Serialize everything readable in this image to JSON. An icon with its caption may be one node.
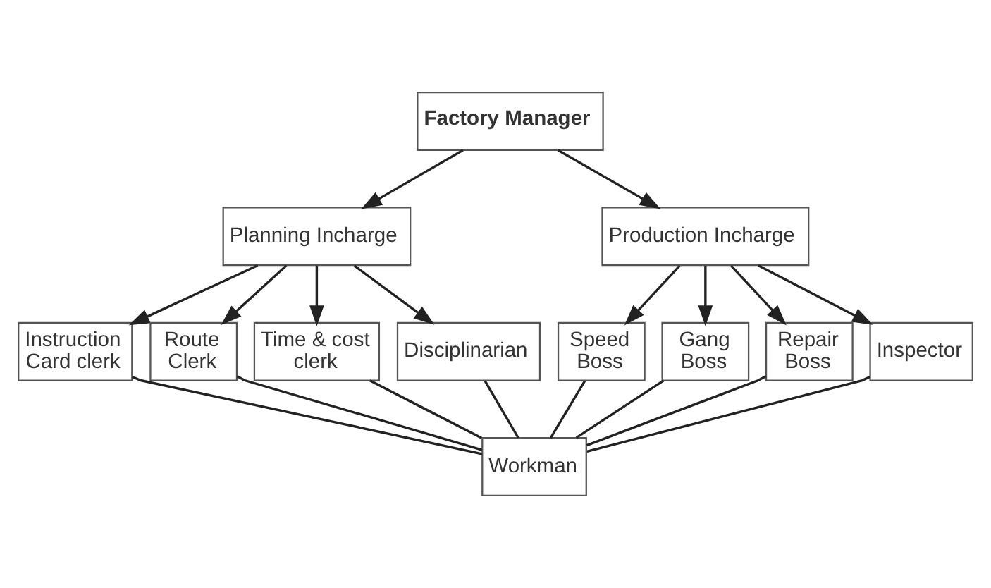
{
  "diagram": {
    "nodes": [
      {
        "text": [
          "Factory Manager"
        ]
      },
      {
        "text": [
          "Planning Incharge"
        ]
      },
      {
        "text": [
          "Production Incharge"
        ]
      },
      {
        "text": [
          "Instruction Card clerk"
        ]
      },
      {
        "text": [
          "Route Clerk"
        ]
      },
      {
        "text": [
          "Time & cost clerk"
        ]
      },
      {
        "text": [
          "Disciplinarian"
        ]
      },
      {
        "text": [
          "Speed Boss"
        ]
      },
      {
        "text": [
          "Gang Boss"
        ]
      },
      {
        "text": [
          "Repair Boss"
        ]
      },
      {
        "text": [
          "Inspector"
        ]
      },
      {
        "text": [
          "Workman"
        ]
      }
    ],
    "edges": [
      {
        "from": 0,
        "to": 1,
        "arrow": "to"
      },
      {
        "from": 0,
        "to": 2,
        "arrow": "to"
      },
      {
        "from": 1,
        "to": 3,
        "arrow": "to"
      },
      {
        "from": 1,
        "to": 4,
        "arrow": "to"
      },
      {
        "from": 1,
        "to": 5,
        "arrow": "to"
      },
      {
        "from": 1,
        "to": 6,
        "arrow": "to"
      },
      {
        "from": 2,
        "to": 7,
        "arrow": "to"
      },
      {
        "from": 2,
        "to": 8,
        "arrow": "to"
      },
      {
        "from": 2,
        "to": 9,
        "arrow": "to"
      },
      {
        "from": 2,
        "to": 10,
        "arrow": "to"
      },
      {
        "from": 3,
        "to": 11,
        "arrow": "none"
      },
      {
        "from": 4,
        "to": 11,
        "arrow": "none"
      },
      {
        "from": 5,
        "to": 11,
        "arrow": "none"
      },
      {
        "from": 6,
        "to": 11,
        "arrow": "none"
      },
      {
        "from": 7,
        "to": 11,
        "arrow": "none"
      },
      {
        "from": 8,
        "to": 11,
        "arrow": "none"
      },
      {
        "from": 9,
        "to": 11,
        "arrow": "none"
      },
      {
        "from": 10,
        "to": 11,
        "arrow": "none"
      }
    ]
  }
}
